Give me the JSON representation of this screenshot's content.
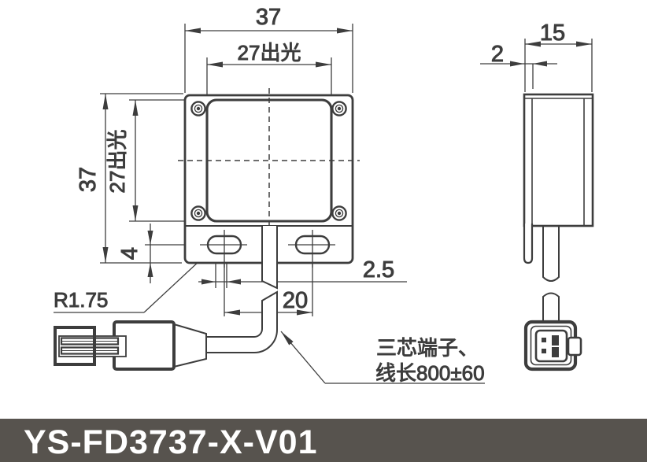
{
  "title_bar": {
    "model": "YS-FD3737-X-V01"
  },
  "colors": {
    "line": "#3d3d3d",
    "bar_bg": "#57534e",
    "bar_text": "#ffffff"
  },
  "front_view": {
    "dim_width": "37",
    "dim_emission_width": "27出光",
    "dim_height": "37",
    "dim_emission_height": "27出光",
    "dim_slot_to_bottom": "4",
    "dim_slot_radius": "R1.75",
    "dim_slot_elongation": "2.5",
    "dim_slot_pitch": "20",
    "note_line1": "三芯端子、",
    "note_line2": "线长800±60"
  },
  "side_view": {
    "dim_depth": "15",
    "dim_plate_thickness": "2"
  }
}
